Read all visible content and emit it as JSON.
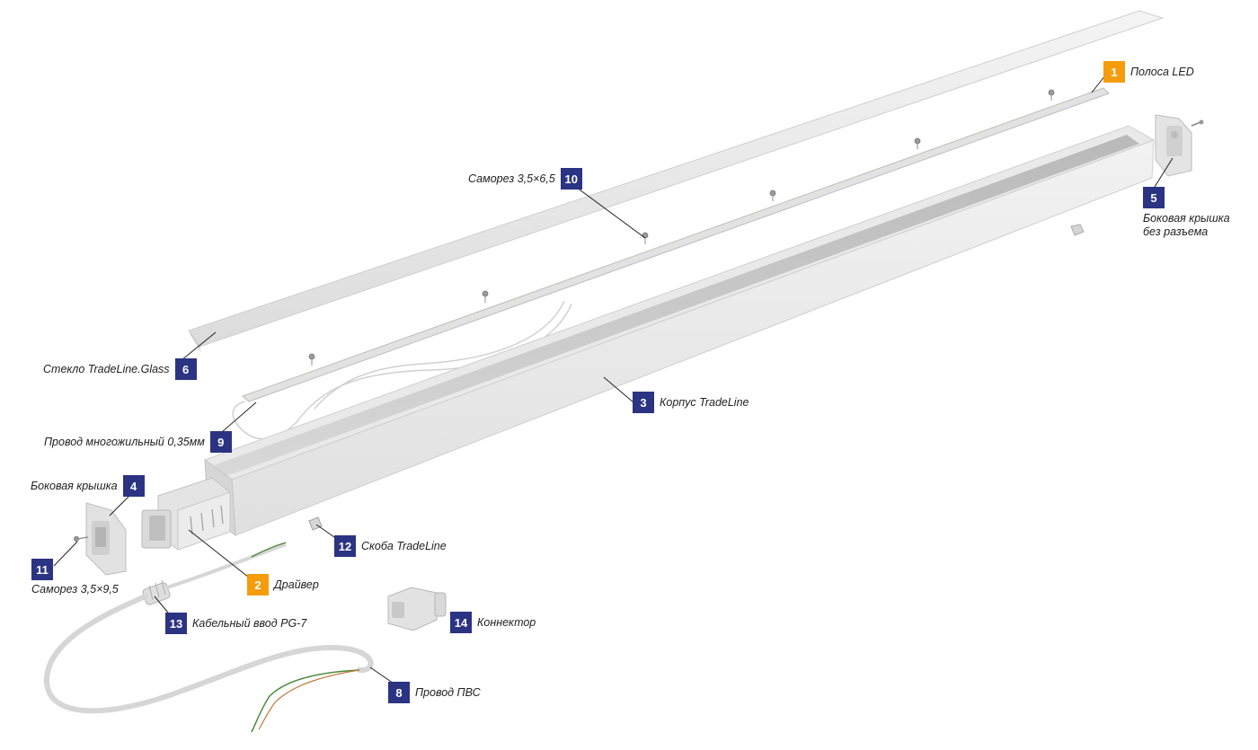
{
  "colors": {
    "primary_badge": "#2b3383",
    "accent_badge": "#f59c0c",
    "leader": "#222222"
  },
  "parts": [
    {
      "num": "1",
      "label": "Полоса LED",
      "accent": true
    },
    {
      "num": "2",
      "label": "Драйвер",
      "accent": true
    },
    {
      "num": "3",
      "label": "Корпус TradeLine",
      "accent": false
    },
    {
      "num": "4",
      "label": "Боковая крышка",
      "accent": false
    },
    {
      "num": "5",
      "label": "Боковая крышка",
      "label_line2": "без разъема",
      "accent": false
    },
    {
      "num": "6",
      "label": "Стекло TradeLine.Glass",
      "accent": false
    },
    {
      "num": "8",
      "label": "Провод ПВС",
      "accent": false
    },
    {
      "num": "9",
      "label": "Провод многожильный 0,35мм",
      "accent": false
    },
    {
      "num": "10",
      "label": "Саморез 3,5×6,5",
      "accent": false
    },
    {
      "num": "11",
      "label": "Саморез 3,5×9,5",
      "accent": false
    },
    {
      "num": "12",
      "label": "Скоба TradeLine",
      "accent": false
    },
    {
      "num": "13",
      "label": "Кабельный ввод PG-7",
      "accent": false
    },
    {
      "num": "14",
      "label": "Коннектор",
      "accent": false
    }
  ]
}
